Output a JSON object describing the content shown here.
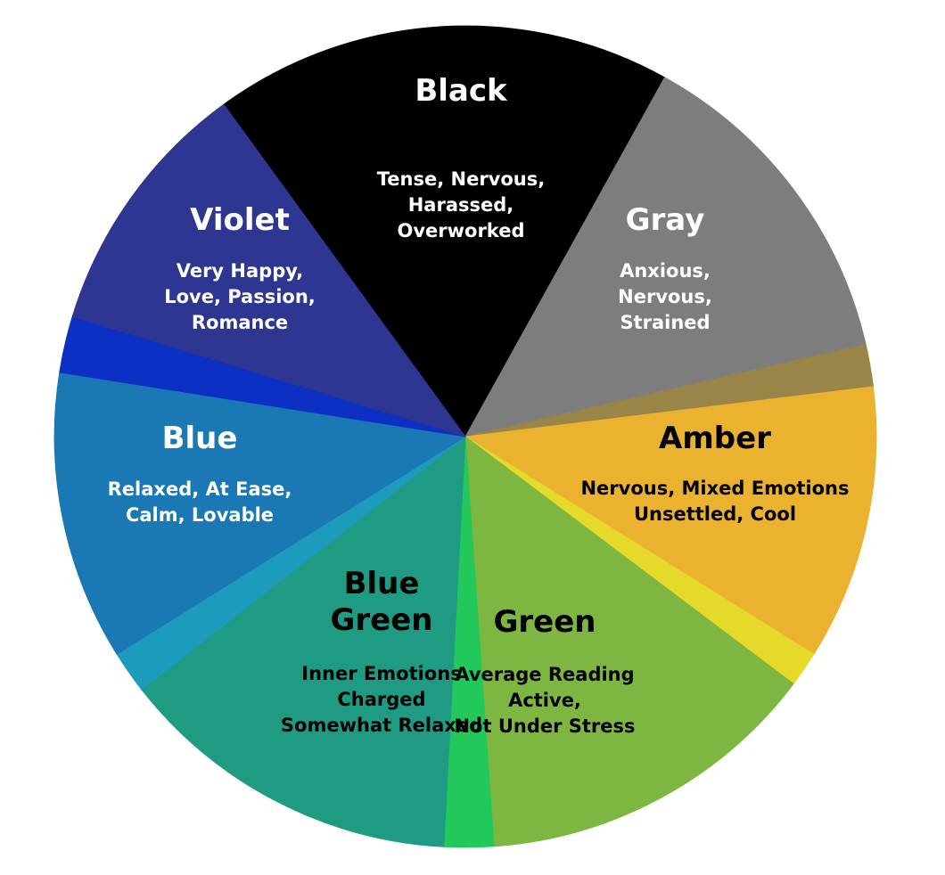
{
  "mood_wheel": {
    "segments": [
      {
        "key": "black",
        "title": [
          "Black"
        ],
        "description": [
          "Tense, Nervous,",
          "Harassed,",
          "Overworked"
        ],
        "color": "#000000",
        "text_color": "#ffffff"
      },
      {
        "key": "gray",
        "title": [
          "Gray"
        ],
        "description": [
          "Anxious,",
          "Nervous,",
          "Strained"
        ],
        "color": "#7d7d7d",
        "text_color": "#ffffff"
      },
      {
        "key": "amber",
        "title": [
          "Amber"
        ],
        "description": [
          "Nervous, Mixed Emotions",
          "Unsettled, Cool"
        ],
        "color": "#ebb230",
        "text_color": "#000000"
      },
      {
        "key": "green",
        "title": [
          "Green"
        ],
        "description": [
          "Average Reading",
          "Active,",
          "Not Under Stress"
        ],
        "color": "#7db640",
        "text_color": "#000000"
      },
      {
        "key": "blue-green",
        "title": [
          "Blue",
          "Green"
        ],
        "description": [
          "Inner Emotions",
          "Charged",
          "Somewhat Relaxed"
        ],
        "color": "#1f9b84",
        "text_color": "#000000"
      },
      {
        "key": "blue",
        "title": [
          "Blue"
        ],
        "description": [
          "Relaxed, At Ease,",
          "Calm, Lovable"
        ],
        "color": "#1a78b4",
        "text_color": "#ffffff"
      },
      {
        "key": "violet",
        "title": [
          "Violet"
        ],
        "description": [
          "Very Happy,",
          "Love, Passion,",
          "Romance"
        ],
        "color": "#2d3690",
        "text_color": "#ffffff"
      }
    ],
    "transition_colors": {
      "gray_amber": "#9a8548",
      "amber_yellow": "#e5d92a",
      "green_bright": "#22c85a",
      "bluegreen_blue": "#1d9bbd",
      "blue_violet": "#0c2fc4"
    }
  }
}
